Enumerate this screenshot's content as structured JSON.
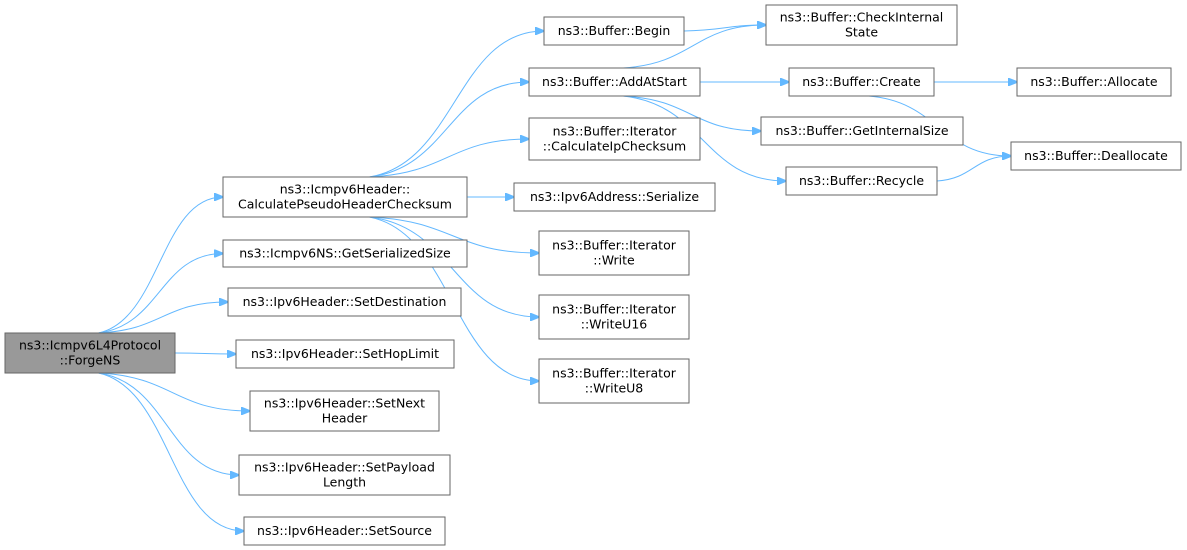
{
  "nodes": [
    {
      "id": "forge",
      "lines": [
        "ns3::Icmpv6L4Protocol",
        "::ForgeNS"
      ],
      "root": true
    },
    {
      "id": "calcpseudo",
      "lines": [
        "ns3::Icmpv6Header::",
        "CalculatePseudoHeaderChecksum"
      ]
    },
    {
      "id": "getsize",
      "lines": [
        "ns3::Icmpv6NS::GetSerializedSize"
      ]
    },
    {
      "id": "setdest",
      "lines": [
        "ns3::Ipv6Header::SetDestination"
      ]
    },
    {
      "id": "sethop",
      "lines": [
        "ns3::Ipv6Header::SetHopLimit"
      ]
    },
    {
      "id": "setnext",
      "lines": [
        "ns3::Ipv6Header::SetNext",
        "Header"
      ]
    },
    {
      "id": "setpayload",
      "lines": [
        "ns3::Ipv6Header::SetPayload",
        "Length"
      ]
    },
    {
      "id": "setsource",
      "lines": [
        "ns3::Ipv6Header::SetSource"
      ]
    },
    {
      "id": "begin",
      "lines": [
        "ns3::Buffer::Begin"
      ]
    },
    {
      "id": "addatstart",
      "lines": [
        "ns3::Buffer::AddAtStart"
      ]
    },
    {
      "id": "calcip",
      "lines": [
        "ns3::Buffer::Iterator",
        "::CalculateIpChecksum"
      ]
    },
    {
      "id": "ipv6ser",
      "lines": [
        "ns3::Ipv6Address::Serialize"
      ]
    },
    {
      "id": "write",
      "lines": [
        "ns3::Buffer::Iterator",
        "::Write"
      ]
    },
    {
      "id": "writeu16",
      "lines": [
        "ns3::Buffer::Iterator",
        "::WriteU16"
      ]
    },
    {
      "id": "writeu8",
      "lines": [
        "ns3::Buffer::Iterator",
        "::WriteU8"
      ]
    },
    {
      "id": "checkinternal",
      "lines": [
        "ns3::Buffer::CheckInternal",
        "State"
      ]
    },
    {
      "id": "create",
      "lines": [
        "ns3::Buffer::Create"
      ]
    },
    {
      "id": "getinternal",
      "lines": [
        "ns3::Buffer::GetInternalSize"
      ]
    },
    {
      "id": "recycle",
      "lines": [
        "ns3::Buffer::Recycle"
      ]
    },
    {
      "id": "allocate",
      "lines": [
        "ns3::Buffer::Allocate"
      ]
    },
    {
      "id": "deallocate",
      "lines": [
        "ns3::Buffer::Deallocate"
      ]
    }
  ],
  "edges": [
    [
      "forge",
      "calcpseudo"
    ],
    [
      "forge",
      "getsize"
    ],
    [
      "forge",
      "setdest"
    ],
    [
      "forge",
      "sethop"
    ],
    [
      "forge",
      "setnext"
    ],
    [
      "forge",
      "setpayload"
    ],
    [
      "forge",
      "setsource"
    ],
    [
      "calcpseudo",
      "begin"
    ],
    [
      "calcpseudo",
      "addatstart"
    ],
    [
      "calcpseudo",
      "calcip"
    ],
    [
      "calcpseudo",
      "ipv6ser"
    ],
    [
      "calcpseudo",
      "write"
    ],
    [
      "calcpseudo",
      "writeu16"
    ],
    [
      "calcpseudo",
      "writeu8"
    ],
    [
      "begin",
      "checkinternal"
    ],
    [
      "addatstart",
      "checkinternal"
    ],
    [
      "addatstart",
      "create"
    ],
    [
      "addatstart",
      "getinternal"
    ],
    [
      "addatstart",
      "recycle"
    ],
    [
      "create",
      "allocate"
    ],
    [
      "create",
      "deallocate"
    ],
    [
      "recycle",
      "deallocate"
    ]
  ]
}
